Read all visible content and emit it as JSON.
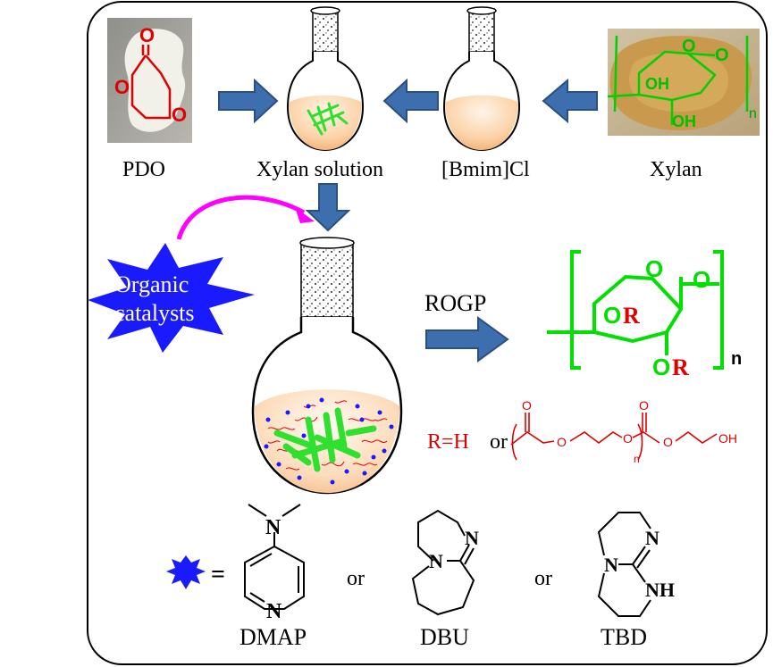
{
  "labels": {
    "pdo": "PDO",
    "xylan_solution": "Xylan solution",
    "bmim_cl": "[Bmim]Cl",
    "xylan": "Xylan",
    "organic": "Organic",
    "catalysts": "catalysts",
    "rogp": "ROGP",
    "r_eq_h": "R=H",
    "or_word": "or",
    "dmap": "DMAP",
    "dbu": "DBU",
    "tbd": "TBD",
    "equals": "="
  },
  "structures": {
    "pdo_o_carbonyl": "O",
    "pdo_o_ring1": "O",
    "pdo_o_ring2": "O",
    "xylan_o_ring": "O",
    "xylan_o_link": "O",
    "xylan_oh1": "OH",
    "xylan_oh2": "OH",
    "xylan_n": "n",
    "product_o_ring": "O",
    "product_o_link": "O",
    "product_o1": "O",
    "product_r1": "R",
    "product_o2": "O",
    "product_r2": "R",
    "product_n": "n",
    "side_o1": "O",
    "side_o2": "O",
    "side_o3": "O",
    "side_o4": "O",
    "side_o5": "O",
    "side_oh": "OH",
    "side_n": "n",
    "dmap_n_top": "N",
    "dmap_n_ring": "N",
    "dbu_n1": "N",
    "dbu_n2": "N",
    "tbd_n1": "N",
    "tbd_n2": "N",
    "tbd_nh": "NH"
  },
  "colors": {
    "red": "#e00000",
    "green": "#00e000",
    "magenta": "#ff00ff",
    "blue_star": "#1a1aff",
    "arrow_fill": "#3d6eae",
    "arrow_stroke": "#2a4f80",
    "solution": "#f9c89a"
  }
}
